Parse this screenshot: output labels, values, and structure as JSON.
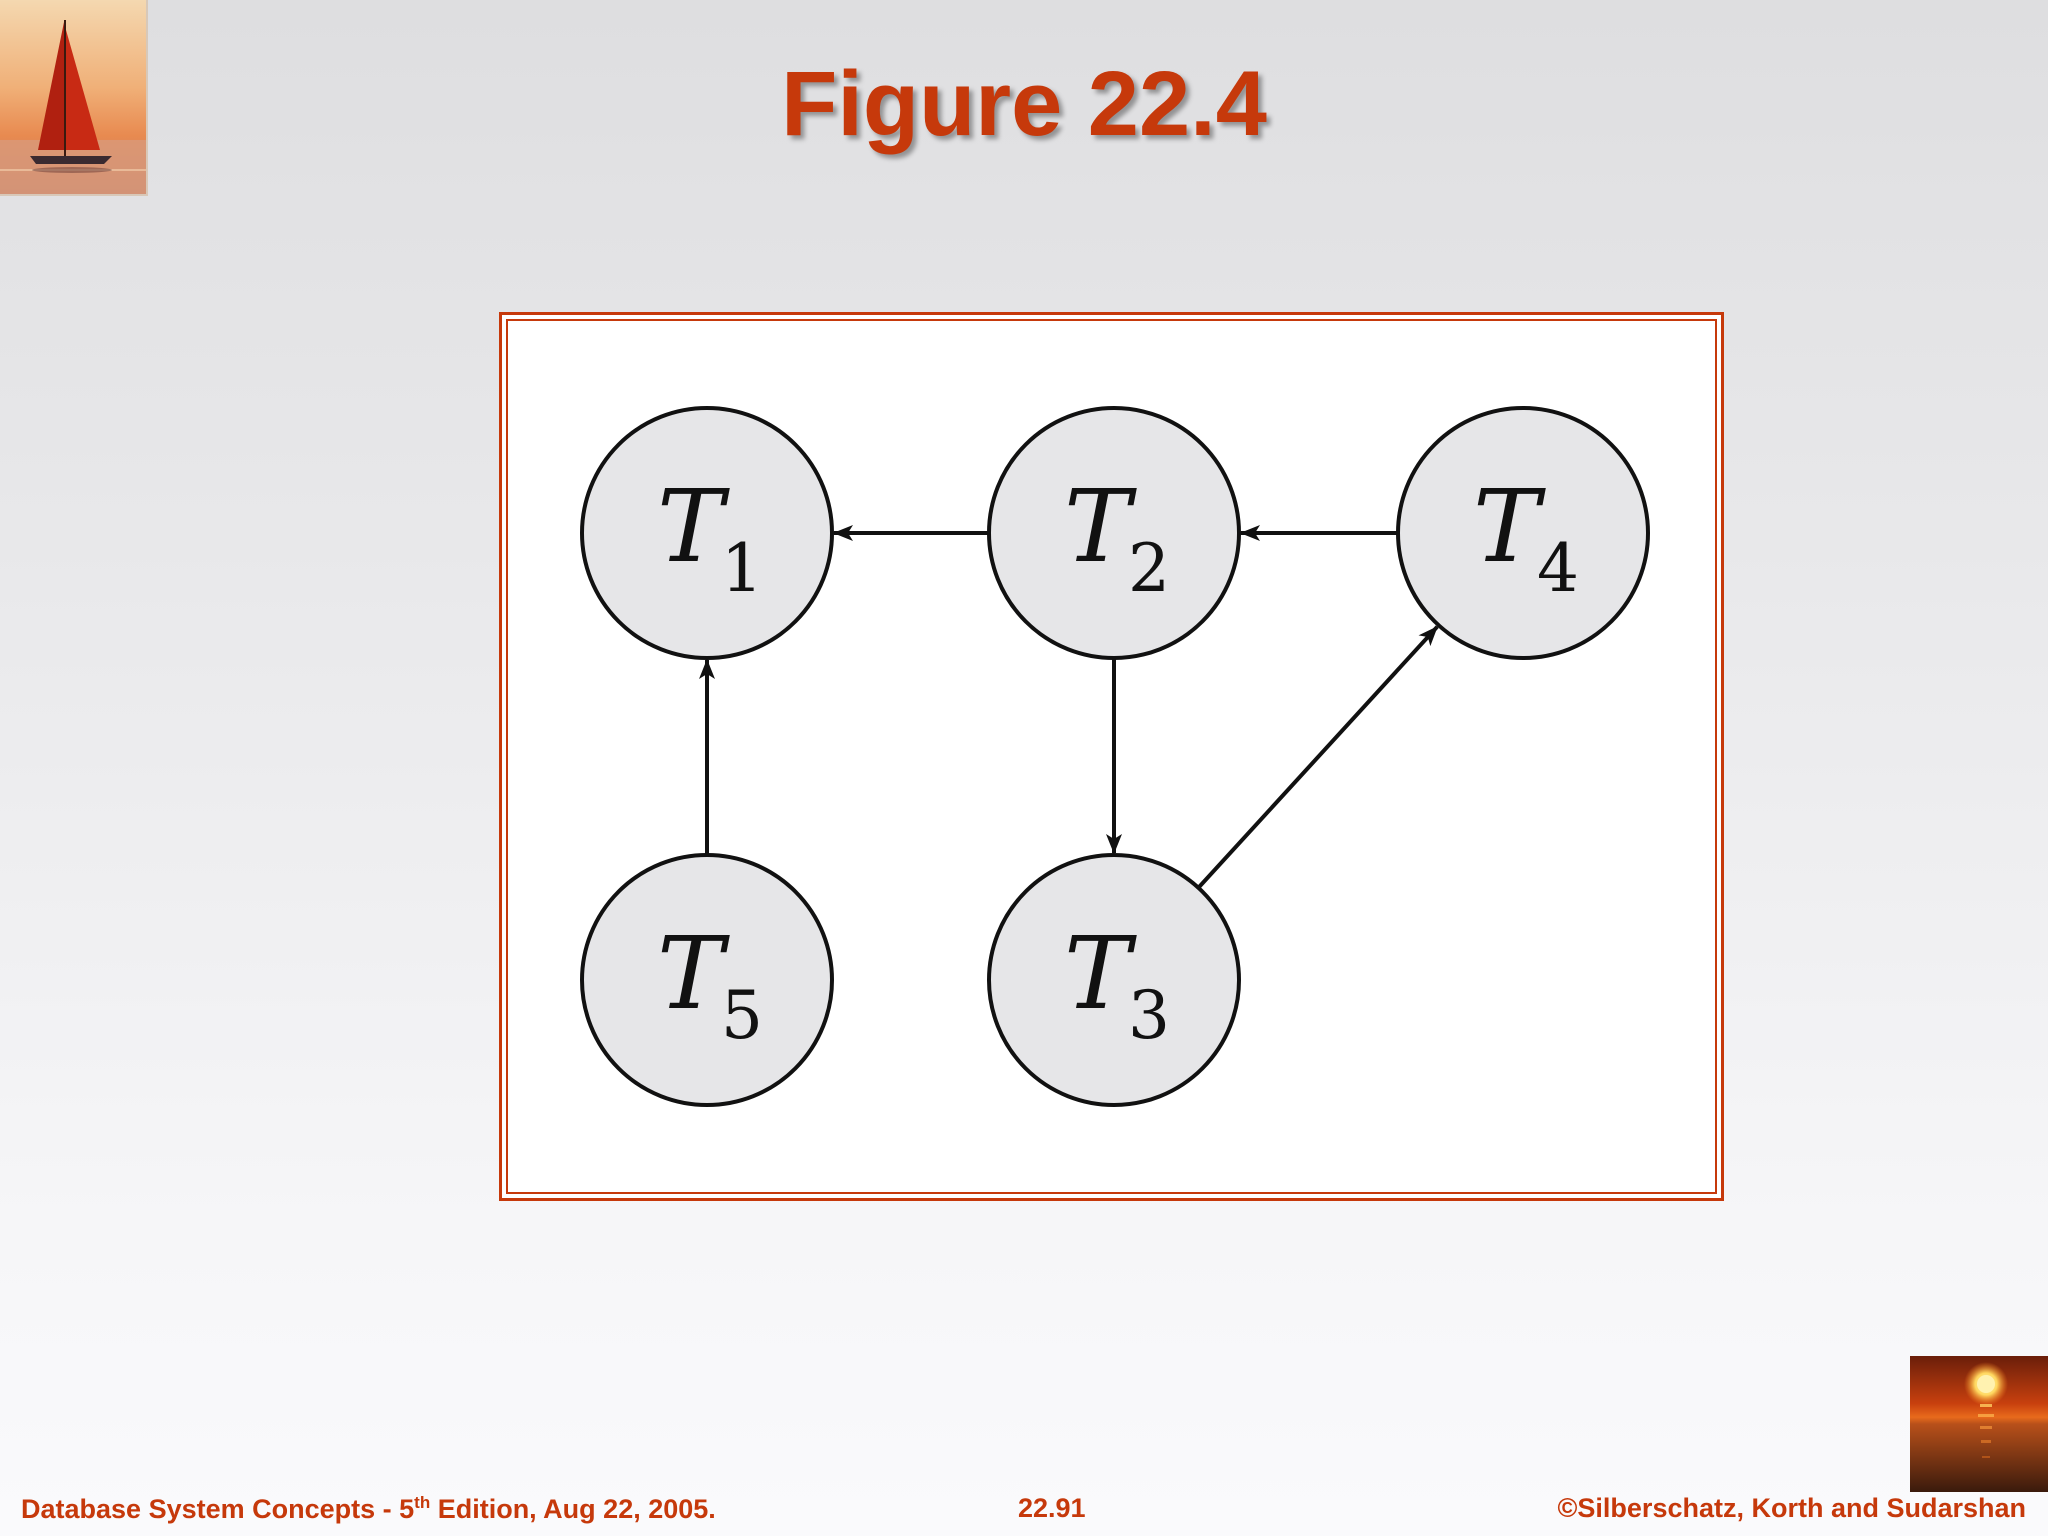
{
  "slide": {
    "title": "Figure 22.4"
  },
  "graph": {
    "nodes": [
      {
        "id": "T1",
        "letter": "T",
        "sub": "1"
      },
      {
        "id": "T2",
        "letter": "T",
        "sub": "2"
      },
      {
        "id": "T4",
        "letter": "T",
        "sub": "4"
      },
      {
        "id": "T5",
        "letter": "T",
        "sub": "5"
      },
      {
        "id": "T3",
        "letter": "T",
        "sub": "3"
      }
    ],
    "edges": [
      {
        "from": "T2",
        "to": "T1"
      },
      {
        "from": "T4",
        "to": "T2"
      },
      {
        "from": "T5",
        "to": "T1"
      },
      {
        "from": "T2",
        "to": "T3"
      },
      {
        "from": "T3",
        "to": "T4"
      }
    ]
  },
  "footer": {
    "left_prefix": "Database System Concepts - 5",
    "left_sup": "th",
    "left_suffix": " Edition, Aug 22,  2005.",
    "center": "22.91",
    "right": "©Silberschatz, Korth and Sudarshan"
  },
  "colors": {
    "accent": "#c6390b",
    "node_fill": "#e6e6e8",
    "stroke": "#111111"
  },
  "icons": {
    "top_left": "sailboat-logo-icon",
    "bottom_right": "sunset-logo-icon"
  }
}
